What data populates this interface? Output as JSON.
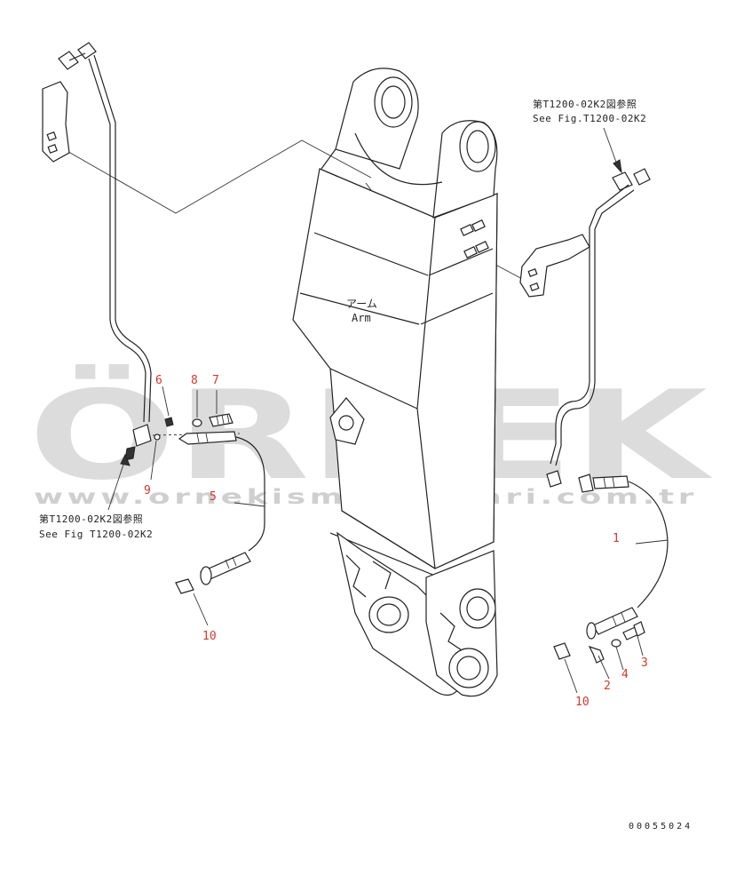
{
  "watermark": {
    "brand": "ÖRNEK",
    "website": "www.ornekismakinalari.com.tr",
    "accent_color": "#f0d060",
    "text_color": "#dcdcdc"
  },
  "arm_label": {
    "ja": "アーム",
    "en": "Arm"
  },
  "references": {
    "top_right_ja": "第T1200-02K2図参照",
    "top_right_en": "See Fig.T1200-02K2",
    "left_ja": "第T1200-02K2図参照",
    "left_en": "See Fig T1200-02K2"
  },
  "callouts": {
    "c1": "1",
    "c2": "2",
    "c3": "3",
    "c4": "4",
    "c5": "5",
    "c6": "6",
    "c7": "7",
    "c8": "8",
    "c9": "9",
    "c10a": "10",
    "c10b": "10"
  },
  "callout_color": "#d23a2e",
  "drawing_number": "00055024"
}
